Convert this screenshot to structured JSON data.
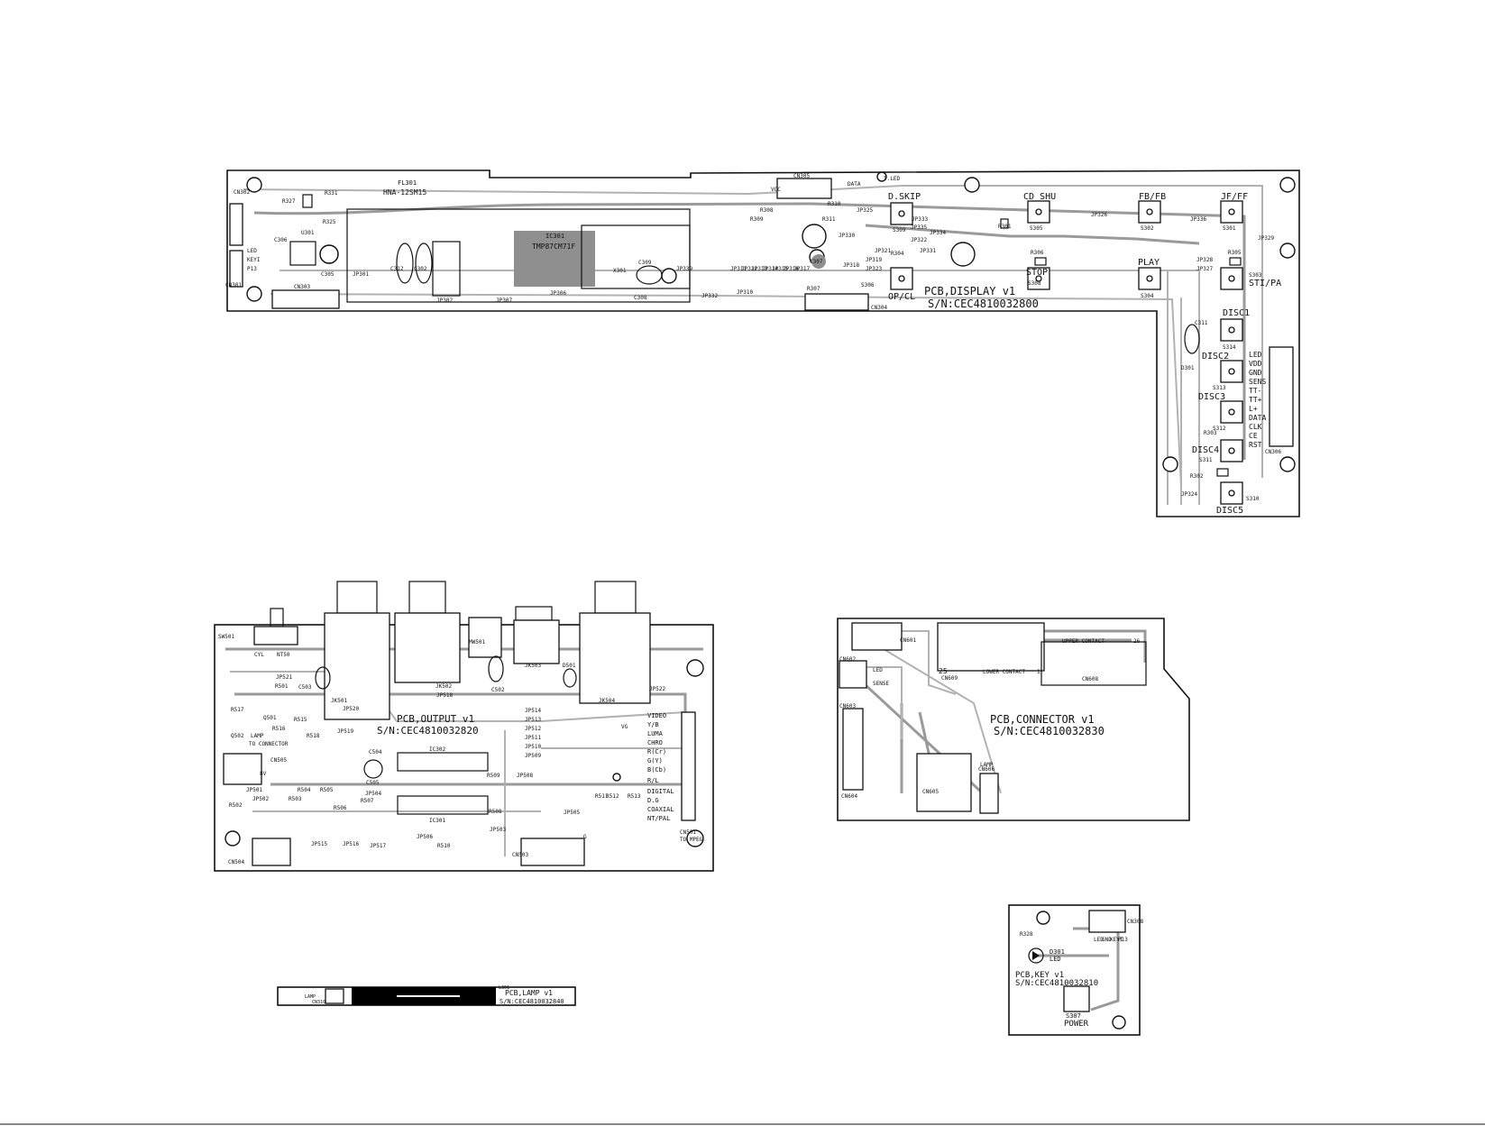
{
  "display_board": {
    "title": "PCB,DISPLAY v1",
    "serial": "S/N:CEC4810032800",
    "fl_ref": "FL301",
    "fl_part": "HNA-12SM15",
    "ic_ref": "IC301",
    "ic_part": "TMP87CM71F",
    "key_labels": [
      "D.SKIP",
      "CD SHU",
      "FB/FB",
      "JF/FF",
      "PLAY",
      "STOP",
      "OP/CL",
      "STI/PA",
      "DISC1",
      "DISC2",
      "DISC3",
      "DISC4",
      "DISC5"
    ],
    "switch_labels": [
      "S309",
      "S305",
      "S302",
      "S301",
      "S304",
      "S308",
      "S306",
      "S303",
      "S314",
      "S313",
      "S312",
      "S311",
      "S310"
    ],
    "connector_refs": [
      "CN302",
      "CN301",
      "CN303",
      "CN305",
      "CN304",
      "CN306"
    ],
    "misc_labels": [
      "LED",
      "KEYI",
      "P13",
      "T.LED",
      "VCC",
      "DATA",
      "C309",
      "C308",
      "C307",
      "C305",
      "C306",
      "U301",
      "R327",
      "R331",
      "R325",
      "R301",
      "R304",
      "R305",
      "R306",
      "R303",
      "R302",
      "R307",
      "R308",
      "R309",
      "R311",
      "R310",
      "D301",
      "C311",
      "JP301",
      "JP302",
      "JP307",
      "JP306",
      "JP332",
      "JP310",
      "JP330",
      "JP322",
      "JP331",
      "JP326",
      "JP336",
      "JP329",
      "JP328",
      "JP327",
      "JP324",
      "JP333",
      "JP334",
      "JP335",
      "JP319",
      "JP323",
      "JP321",
      "JP325",
      "JP318",
      "JP317",
      "JP316",
      "JP315",
      "JP314",
      "JP313",
      "JP312",
      "JP311",
      "JP339",
      "X301",
      "C312",
      "C302"
    ],
    "cn306_pins": [
      "LED",
      "VDD",
      "GND",
      "SENS",
      "TT-",
      "TT+",
      "L+",
      "DATA",
      "CLK",
      "CE",
      "RST"
    ]
  },
  "output_board": {
    "title": "PCB,OUTPUT v1",
    "serial": "S/N:CEC4810032820",
    "jacks": [
      "JK501",
      "JK502",
      "JK503",
      "JK504"
    ],
    "ics": [
      "IC302",
      "IC301"
    ],
    "signal_labels": [
      "VIDEO",
      "Y/B",
      "LUMA",
      "CHRO",
      "R(Cr)",
      "G(Y)",
      "B(Cb)",
      "R/L",
      "DIGITAL",
      "D.G",
      "COAXIAL",
      "NT/PAL"
    ],
    "misc_labels": [
      "SW501",
      "CYL",
      "NT50",
      "JP521",
      "R501",
      "C503",
      "R517",
      "Q501",
      "Q502",
      "LAMP",
      "R516",
      "R515",
      "R518",
      "CN505",
      "TO CONNECTOR",
      "8V",
      "C504",
      "C505",
      "JP520",
      "JP519",
      "JP518",
      "JP522",
      "VG",
      "D501",
      "C502",
      "MW501",
      "JP514",
      "JP513",
      "JP512",
      "JP511",
      "JP510",
      "JP509",
      "JP508",
      "JP504",
      "JP506",
      "JP501",
      "JP502",
      "R502",
      "R503",
      "R504",
      "R505",
      "R506",
      "R507",
      "R508",
      "R509",
      "R510",
      "R511",
      "R512",
      "R513",
      "CN501",
      "TO MPEG",
      "CN503",
      "JP503",
      "JP505",
      "JP517",
      "JP516",
      "JP515",
      "CN504",
      "G"
    ]
  },
  "connector_board": {
    "title": "PCB,CONNECTOR v1",
    "serial": "S/N:CEC4810032830",
    "labels": [
      "CN601",
      "CN602",
      "CN603",
      "CN604",
      "CN605",
      "CN606",
      "CN608",
      "CN609",
      "UPPER CONTACT",
      "LOWER CONTACT",
      "25",
      "26",
      "1",
      "SENSE",
      "LED",
      "LAMP"
    ]
  },
  "lamp_board": {
    "title": "PCB,LAMP v1",
    "serial": "S/N:CEC4810032840",
    "labels": [
      "LAMP",
      "CN310",
      "L301"
    ]
  },
  "key_board": {
    "title": "PCB,KEY v1",
    "serial": "S/N:CEC4810032810",
    "switch": "S307",
    "switch_label": "POWER",
    "led_ref": "D301",
    "led_label": "LED",
    "labels": [
      "R328",
      "LED",
      "GND",
      "KEYI",
      "P13",
      "CN308"
    ]
  }
}
